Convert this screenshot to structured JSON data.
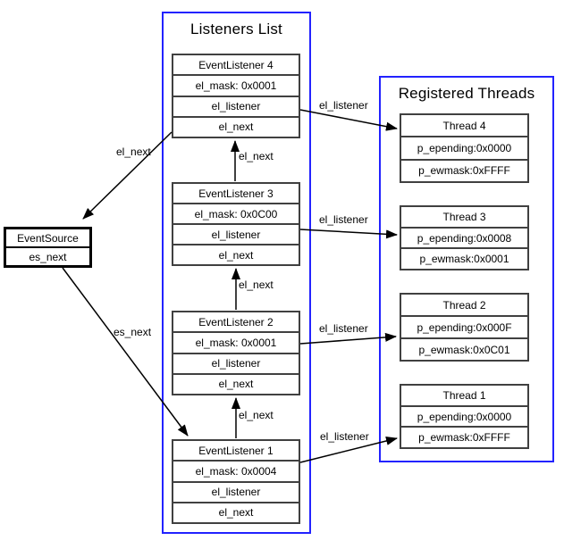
{
  "colors": {
    "background": "#ffffff",
    "container_border": "#2222ff",
    "box_border": "#404040",
    "source_border": "#000000",
    "arrow": "#000000",
    "text": "#000000"
  },
  "event_source": {
    "title": "EventSource",
    "field": "es_next"
  },
  "listeners_list": {
    "title": "Listeners List",
    "listeners": [
      {
        "name": "EventListener 4",
        "mask": "el_mask: 0x0001",
        "listener": "el_listener",
        "next": "el_next"
      },
      {
        "name": "EventListener 3",
        "mask": "el_mask: 0x0C00",
        "listener": "el_listener",
        "next": "el_next"
      },
      {
        "name": "EventListener 2",
        "mask": "el_mask: 0x0001",
        "listener": "el_listener",
        "next": "el_next"
      },
      {
        "name": "EventListener 1",
        "mask": "el_mask: 0x0004",
        "listener": "el_listener",
        "next": "el_next"
      }
    ]
  },
  "registered_threads": {
    "title": "Registered Threads",
    "threads": [
      {
        "name": "Thread 4",
        "pending": "p_epending:0x0000",
        "mask": "p_ewmask:0xFFFF"
      },
      {
        "name": "Thread 3",
        "pending": "p_epending:0x0008",
        "mask": "p_ewmask:0x0001"
      },
      {
        "name": "Thread 2",
        "pending": "p_epending:0x000F",
        "mask": "p_ewmask:0x0C01"
      },
      {
        "name": "Thread 1",
        "pending": "p_epending:0x0000",
        "mask": "p_ewmask:0xFFFF"
      }
    ]
  },
  "edges": {
    "el_next_to_source": "el_next",
    "el_next_3_to_4": "el_next",
    "el_next_2_to_3": "el_next",
    "el_next_1_to_2": "el_next",
    "es_next": "es_next",
    "el_listener_4": "el_listener",
    "el_listener_3": "el_listener",
    "el_listener_2": "el_listener",
    "el_listener_1": "el_listener"
  }
}
